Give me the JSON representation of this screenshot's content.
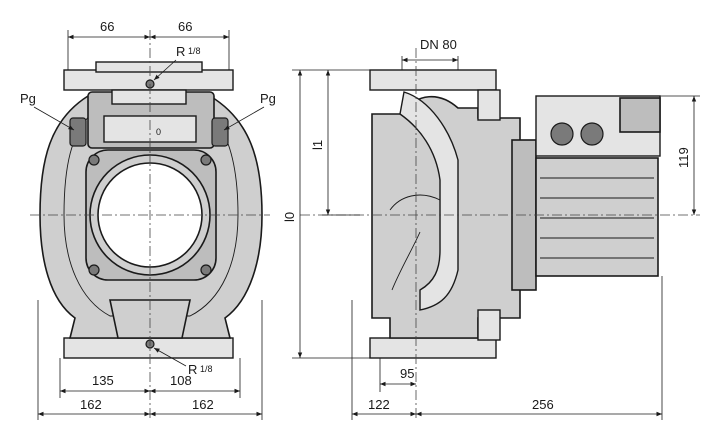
{
  "front_view": {
    "dims": {
      "top_left": "66",
      "top_right": "66",
      "bottom_inner_left": "135",
      "bottom_inner_right": "108",
      "bottom_outer_left": "162",
      "bottom_outer_right": "162"
    },
    "labels": {
      "pg_left": "Pg",
      "pg_right": "Pg",
      "thread_top_prefix": "R",
      "thread_bottom_prefix": "R",
      "thread_fraction": "1/8",
      "plug_mark": "0"
    }
  },
  "side_view": {
    "dims": {
      "nominal": "DN 80",
      "l0": "l0",
      "l1": "l1",
      "height_box": "119",
      "offset_95": "95",
      "offset_122": "122",
      "length_256": "256"
    }
  }
}
